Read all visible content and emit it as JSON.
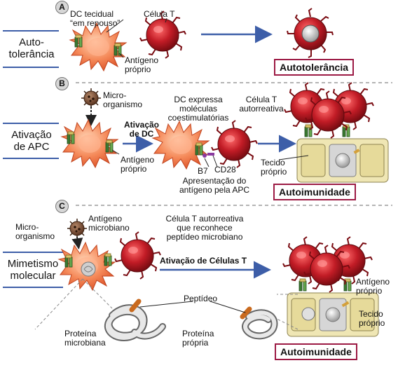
{
  "panels": [
    "A",
    "B",
    "C"
  ],
  "sections": [
    {
      "label": "Auto-\ntolerância"
    },
    {
      "label": "Ativação\nde APC"
    },
    {
      "label": "Mimetismo\nmolecular"
    }
  ],
  "panelA": {
    "dc": "DC tecidual\n“em repouso”",
    "tcell": "Célula T",
    "antigen": "Antígeno\npróprio",
    "outcome": "Autotolerância"
  },
  "panelB": {
    "microbe": "Micro-\norganismo",
    "dc_expr": "DC expressa\nmoléculas\ncoestimulatórias",
    "activation": "Ativação\nde DC",
    "tcell": "Célula T\nautorreativa",
    "antigen": "Antígeno\npróprio",
    "b7": "B7",
    "cd28": "CD28",
    "presentation": "Apresentação do\nantígeno pela APC",
    "tissue": "Tecido\npróprio",
    "outcome": "Autoimunidade"
  },
  "panelC": {
    "microbe": "Micro-\norganismo",
    "mic_antigen": "Antígeno\nmicrobiano",
    "tcell": "Célula T autorreativa\nque reconhece\npeptídeo microbiano",
    "activation": "Ativação de Células T",
    "antigen": "Antígeno\npróprio",
    "tissue": "Tecido\npróprio",
    "peptide": "Peptídeo",
    "mic_protein": "Proteína\nmicrobiana",
    "self_protein": "Proteína\nprópria",
    "outcome": "Autoimunidade"
  },
  "colors": {
    "tcell": "#b3151f",
    "dc": "#f07a4c",
    "receptor": "#3b7a32",
    "arrow": "#3d5ea8",
    "outline": "#9c1a44",
    "tissue": "#e9dfa3"
  }
}
